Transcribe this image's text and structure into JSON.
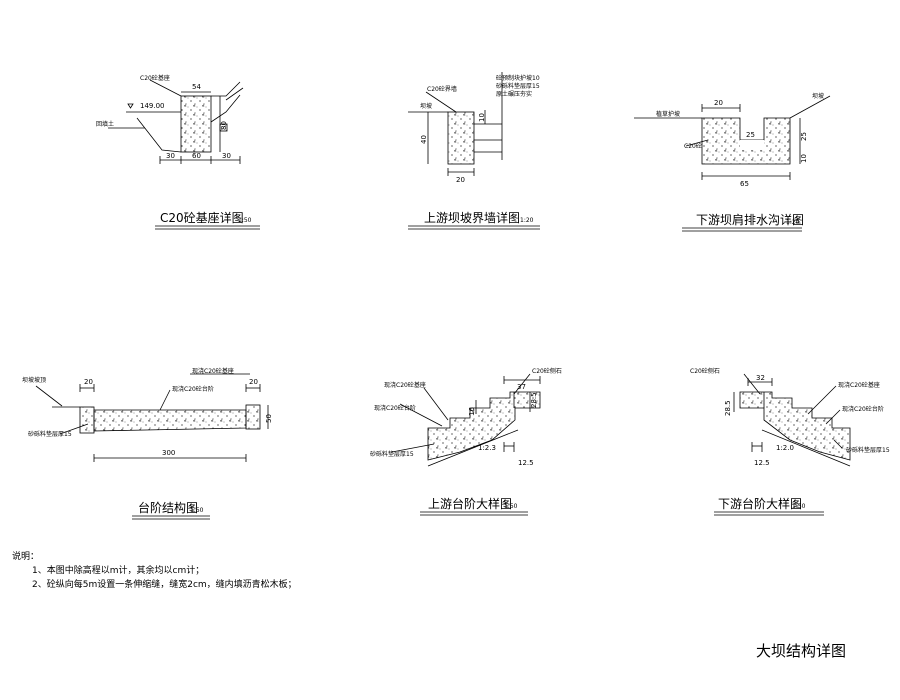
{
  "sheet_title": "大坝结构详图",
  "notes": {
    "heading": "说明：",
    "items": [
      "1、本图中除高程以m计，其余均以cm计；",
      "2、砼纵向每5m设置一条伸缩缝，缝宽2cm，缝内填沥青松木板；"
    ]
  },
  "views": {
    "v1": {
      "title": "C20砼基座详图",
      "scale": "1:50",
      "labels": {
        "material": "C20砼基座",
        "elev": "149.00",
        "backfill": "回填土"
      },
      "dims": {
        "top": "54",
        "height": "80",
        "left": "30",
        "mid": "60",
        "right": "30"
      }
    },
    "v2": {
      "title": "上游坝坡界墙详图",
      "scale": "1:20",
      "labels": {
        "material": "C20砼界墙",
        "slope": "坝坡",
        "layer1": "砼预制块护坡10",
        "layer2": "砂砾料垫层厚15",
        "layer3": "原土碾压夯实"
      },
      "dims": {
        "height": "40",
        "step": "10",
        "width": "20"
      }
    },
    "v3": {
      "title": "下游坝肩排水沟详图",
      "scale": "1:20",
      "labels": {
        "grass": "植草护坡",
        "material": "C20砼",
        "slope": "坝坡"
      },
      "dims": {
        "top": "20",
        "inner": "25",
        "depth": "25",
        "base": "10",
        "width": "65"
      }
    },
    "v4": {
      "title": "台阶结构图",
      "scale": "1:50",
      "labels": {
        "crest": "坝坡坡顶",
        "step": "现浇C20砼台阶",
        "bed": "砂砾料垫层厚15",
        "crest2": "现浇C20砼基座"
      },
      "dims": {
        "left": "20",
        "right": "20",
        "height": "50",
        "length": "300"
      }
    },
    "v5": {
      "title": "上游台阶大样图",
      "scale": "1:50",
      "labels": {
        "kerb": "C20砼侧石",
        "base": "现浇C20砼基座",
        "step": "现浇C20砼台阶",
        "bed": "砂砾料垫层厚15",
        "slope": "1:2.3"
      },
      "dims": {
        "top": "37",
        "h1": "16",
        "h2": "28.5",
        "tread": "12.5"
      }
    },
    "v6": {
      "title": "下游台阶大样图",
      "scale": "1:50",
      "labels": {
        "kerb": "C20砼侧石",
        "base": "现浇C20砼基座",
        "step": "现浇C20砼台阶",
        "bed": "砂砾料垫层厚15",
        "slope": "1:2.0"
      },
      "dims": {
        "top": "32",
        "h1": "28.5",
        "tread": "12.5"
      }
    }
  }
}
